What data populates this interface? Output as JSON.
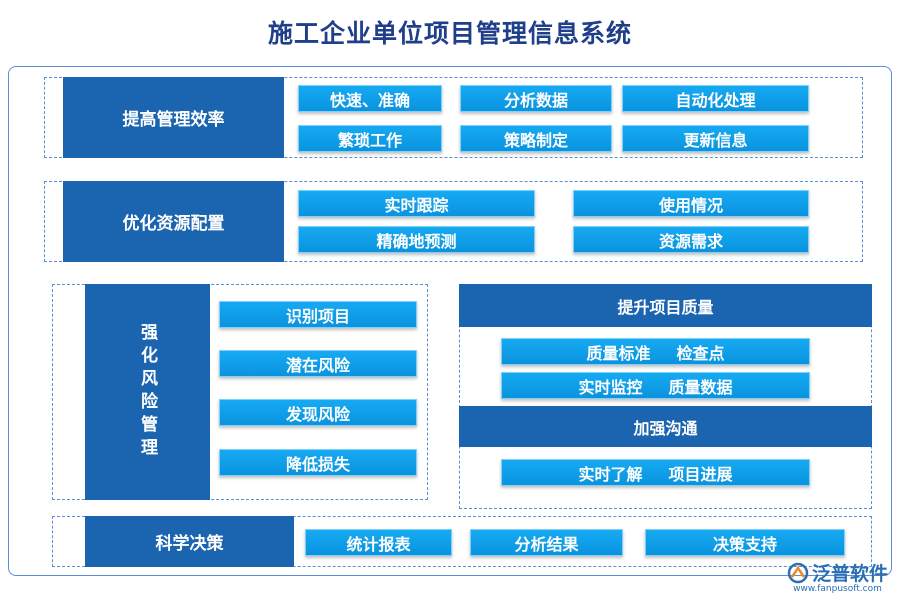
{
  "title": "施工企业单位项目管理信息系统",
  "sections": {
    "efficiency": {
      "label": "提高管理效率",
      "items": [
        "快速、准确",
        "分析数据",
        "自动化处理",
        "繁琐工作",
        "策略制定",
        "更新信息"
      ]
    },
    "resources": {
      "label": "优化资源配置",
      "items": [
        "实时跟踪",
        "使用情况",
        "精确地预测",
        "资源需求"
      ]
    },
    "risk": {
      "label": "强化风险管理",
      "items": [
        "识别项目",
        "潜在风险",
        "发现风险",
        "降低损失"
      ]
    },
    "quality": {
      "label": "提升项目质量",
      "rows": [
        [
          "质量标准",
          "检查点"
        ],
        [
          "实时监控",
          "质量数据"
        ]
      ]
    },
    "communication": {
      "label": "加强沟通",
      "rows": [
        [
          "实时了解",
          "项目进展"
        ]
      ]
    },
    "decision": {
      "label": "科学决策",
      "items": [
        "统计报表",
        "分析结果",
        "决策支持"
      ]
    }
  },
  "watermark": {
    "brand": "泛普软件",
    "url": "www.fanpusoft.com"
  },
  "colors": {
    "title": "#1f3f8a",
    "category": "#1a64b0",
    "pill": "#0fa2ec",
    "border": "#5b8ed6"
  }
}
